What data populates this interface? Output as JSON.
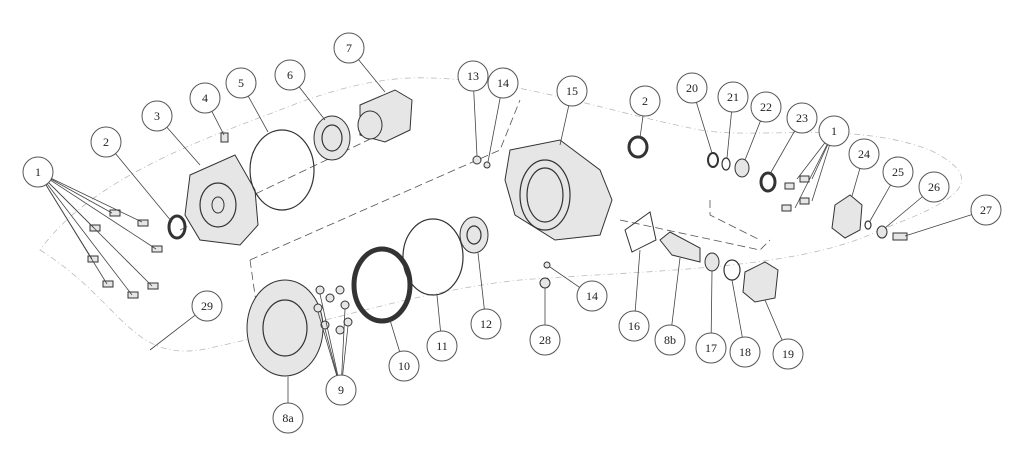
{
  "diagram": {
    "type": "exploded-parts-view",
    "callouts": [
      "1",
      "2",
      "3",
      "4",
      "5",
      "6",
      "7",
      "13",
      "14",
      "15",
      "2",
      "20",
      "21",
      "22",
      "23",
      "1",
      "24",
      "25",
      "26",
      "27",
      "29",
      "8a",
      "9",
      "10",
      "11",
      "12",
      "28",
      "14",
      "16",
      "8b",
      "17",
      "18",
      "19"
    ]
  }
}
